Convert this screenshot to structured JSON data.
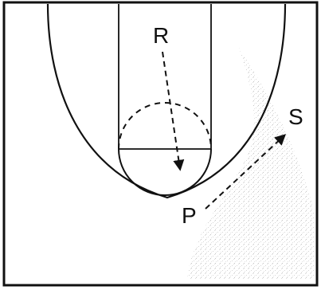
{
  "labels": {
    "r": "R",
    "s": "S",
    "p": "P"
  },
  "colors": {
    "line": "#111111",
    "background": "#ffffff",
    "shading": "#c8c8c8"
  }
}
